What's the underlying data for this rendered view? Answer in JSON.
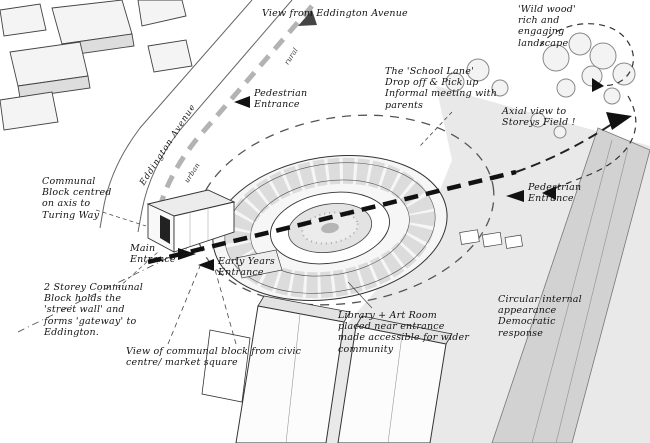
{
  "palette": {
    "ink": "#141414",
    "paper": "#ffffff",
    "field_gray": "#e7e7e7",
    "road_gray": "#d2d2d2",
    "sketch_gray": "#b3b3b3"
  },
  "annotations": {
    "view_from_eddington": "View from Eddington Avenue",
    "wild_wood": "'Wild wood'\nrich and\nengaging\nlandscape",
    "school_lane": "The 'School Lane'\nDrop off & Pick up\nInformal meeting with\nparents",
    "axial_view": "Axial view to\nStoreys Field !",
    "pedestrian_entrance_top": "Pedestrian\nEntrance",
    "pedestrian_entrance_right": "Pedestrian\nEntrance",
    "eddington_avenue": "Eddington Avenue",
    "rural": "rural",
    "urban": "urban",
    "communal_block_axis": "Communal\nBlock centred\non axis to\nTuring Way",
    "main_entrance": "Main\nEntrance",
    "early_years_entrance": "Early Years\nEntrance",
    "two_storey_block": "2 Storey Communal\nBlock holds the\n'street wall' and\nforms 'gateway' to\nEddington.",
    "view_of_communal": "View of communal block from civic\ncentre/ market square",
    "library_art_room": "Library + Art Room\nplaced near entrance\nmade accessible for wider\ncommunity",
    "circular_internal": "Circular internal\nappearance\nDemocratic\nresponse"
  }
}
